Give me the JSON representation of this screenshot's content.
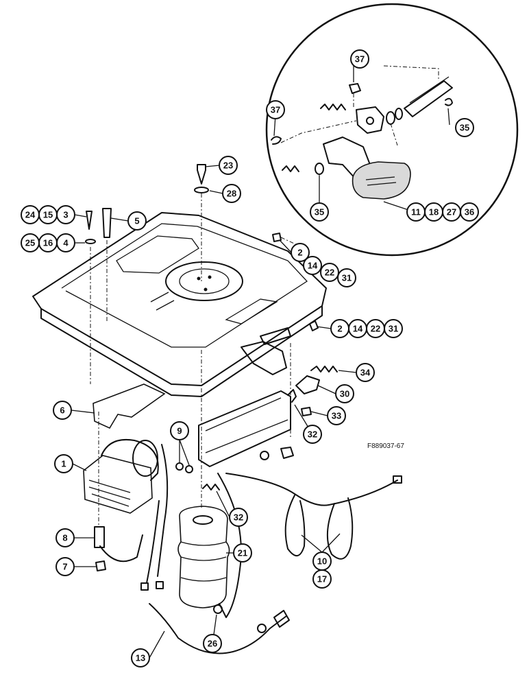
{
  "figure_id": "F889037-67",
  "callouts": {
    "c37a": "37",
    "c37b": "37",
    "c35a": "35",
    "c35b": "35",
    "c11": "11",
    "c18": "18",
    "c27": "27",
    "c36": "36",
    "c23": "23",
    "c28": "28",
    "c24": "24",
    "c15": "15",
    "c3": "3",
    "c5": "5",
    "c25": "25",
    "c16": "16",
    "c4": "4",
    "c2a": "2",
    "c14a": "14",
    "c22a": "22",
    "c31a": "31",
    "c2b": "2",
    "c14b": "14",
    "c22b": "22",
    "c31b": "31",
    "c34": "34",
    "c30": "30",
    "c33": "33",
    "c32a": "32",
    "c6": "6",
    "c9": "9",
    "c1": "1",
    "c32b": "32",
    "c8": "8",
    "c21": "21",
    "c7": "7",
    "c10": "10",
    "c17": "17",
    "c26": "26",
    "c13": "13"
  }
}
